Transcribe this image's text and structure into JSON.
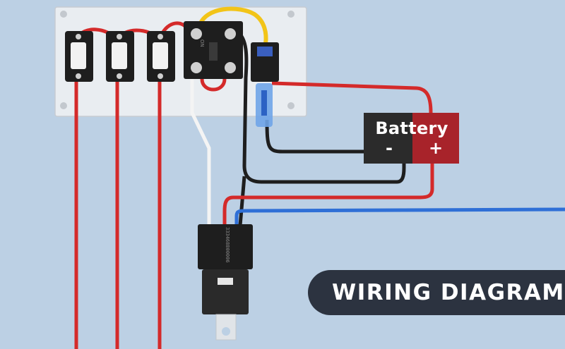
{
  "battery": {
    "label": "Battery",
    "negative": "-",
    "positive": "+"
  },
  "banner": {
    "title": "WIRING DIAGRAM"
  },
  "relay": {
    "marking": "333468800006"
  },
  "switch": {
    "marking": "ON"
  },
  "colors": {
    "background": "#bcd0e4",
    "panel": "#e9edf1",
    "battery_body": "#2b2b2b",
    "battery_positive": "#a8232a",
    "wire_red": "#d42a2a",
    "wire_black": "#1e1e1e",
    "wire_blue": "#2f6fd6",
    "wire_yellow": "#f2c418",
    "wire_white": "#f4f4f4",
    "banner_bg": "#2c3340"
  },
  "components": {
    "rocker_switches": 3,
    "main_switch": "on-off switch block",
    "fuse_holder": "blade fuse holder",
    "relay": "automotive relay"
  }
}
